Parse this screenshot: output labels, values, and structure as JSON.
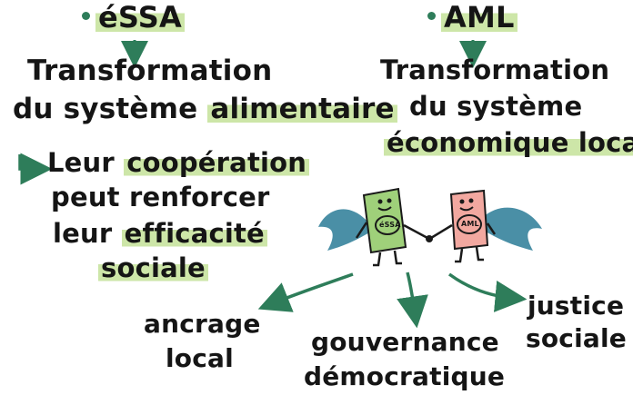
{
  "colors": {
    "highlight_green": "#cde6a8",
    "arrow_green": "#2e7d5a",
    "essa_card": "#9fd07a",
    "aml_card": "#f2a8a0",
    "wing_blue": "#4a8fa6"
  },
  "left": {
    "title": "éSSA",
    "line1": "Transformation",
    "line2_a": "du système ",
    "line2_b": "alimentaire",
    "coop1_a": "Leur ",
    "coop1_b": "coopération",
    "coop2": "peut renforcer",
    "coop3_a": "leur ",
    "coop3_b": "efficacité",
    "coop4": "sociale"
  },
  "right": {
    "title": "AML",
    "line1": "Transformation",
    "line2": "du système",
    "line3": "économique local"
  },
  "characters": {
    "essa_badge": "éSSA",
    "aml_badge": "AML"
  },
  "outcomes": {
    "o1_l1": "ancrage",
    "o1_l2": "local",
    "o2_l1": "gouvernance",
    "o2_l2": "démocratique",
    "o3_l1": "justice",
    "o3_l2": "sociale"
  }
}
